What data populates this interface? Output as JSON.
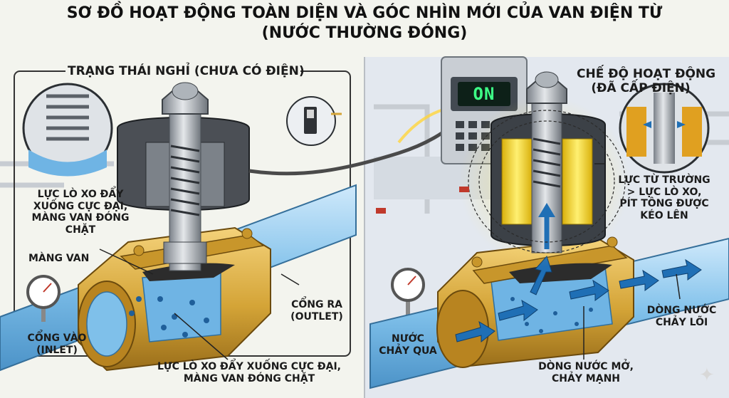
{
  "title": {
    "line1": "SƠ ĐỒ HOẠT ĐỘNG TOÀN DIỆN VÀ GÓC NHÌN MỚI CỦA VAN ĐIỆN TỪ",
    "line2": "(NƯỚC THƯỜNG ĐÓNG)"
  },
  "left_panel": {
    "title": "TRẠNG THÁI NGHỈ (CHƯA CÓ ĐIỆN)",
    "callout_spring_l1": "LỰC LÒ XO ĐẨY",
    "callout_spring_l2": "XUỐNG CỰC ĐẠI,",
    "callout_spring_l3": "MÀNG VAN ĐÓNG",
    "callout_spring_l4": "CHẶT",
    "membrane": "MÀNG VAN",
    "inlet_l1": "CỔNG VÀO",
    "inlet_l2": "(INLET)",
    "outlet_l1": "CỔNG RA",
    "outlet_l2": "(OUTLET)",
    "bottom_l1": "LỰC LÒ XO ĐẨY XUỐNG CỰC ĐẠI,",
    "bottom_l2": "MÀNG VAN ĐÓNG CHẶT"
  },
  "right_panel": {
    "title_l1": "CHẾ ĐỘ HOẠT ĐỘNG",
    "title_l2": "(ĐÃ CẤP ĐIỆN)",
    "display": "ON",
    "force_l1": "LỰC TỪ TRƯỜNG",
    "force_l2": "> LỰC LÒ XO,",
    "force_l3": "PÍT TÔNG ĐƯỢC",
    "force_l4": "KÉO LÊN",
    "flow_in_l1": "NƯỚC",
    "flow_in_l2": "CHẢY QUA",
    "open_l1": "DÒNG NƯỚC MỞ,",
    "open_l2": "CHẢY MẠNH",
    "core_l1": "DÒNG NƯỚC",
    "core_l2": "CHẢY LÕI"
  },
  "colors": {
    "brass": "#d4a437",
    "water": "#7fc6ee",
    "coil": "#f2d21a",
    "panel_bg": "#e3e8ef"
  }
}
